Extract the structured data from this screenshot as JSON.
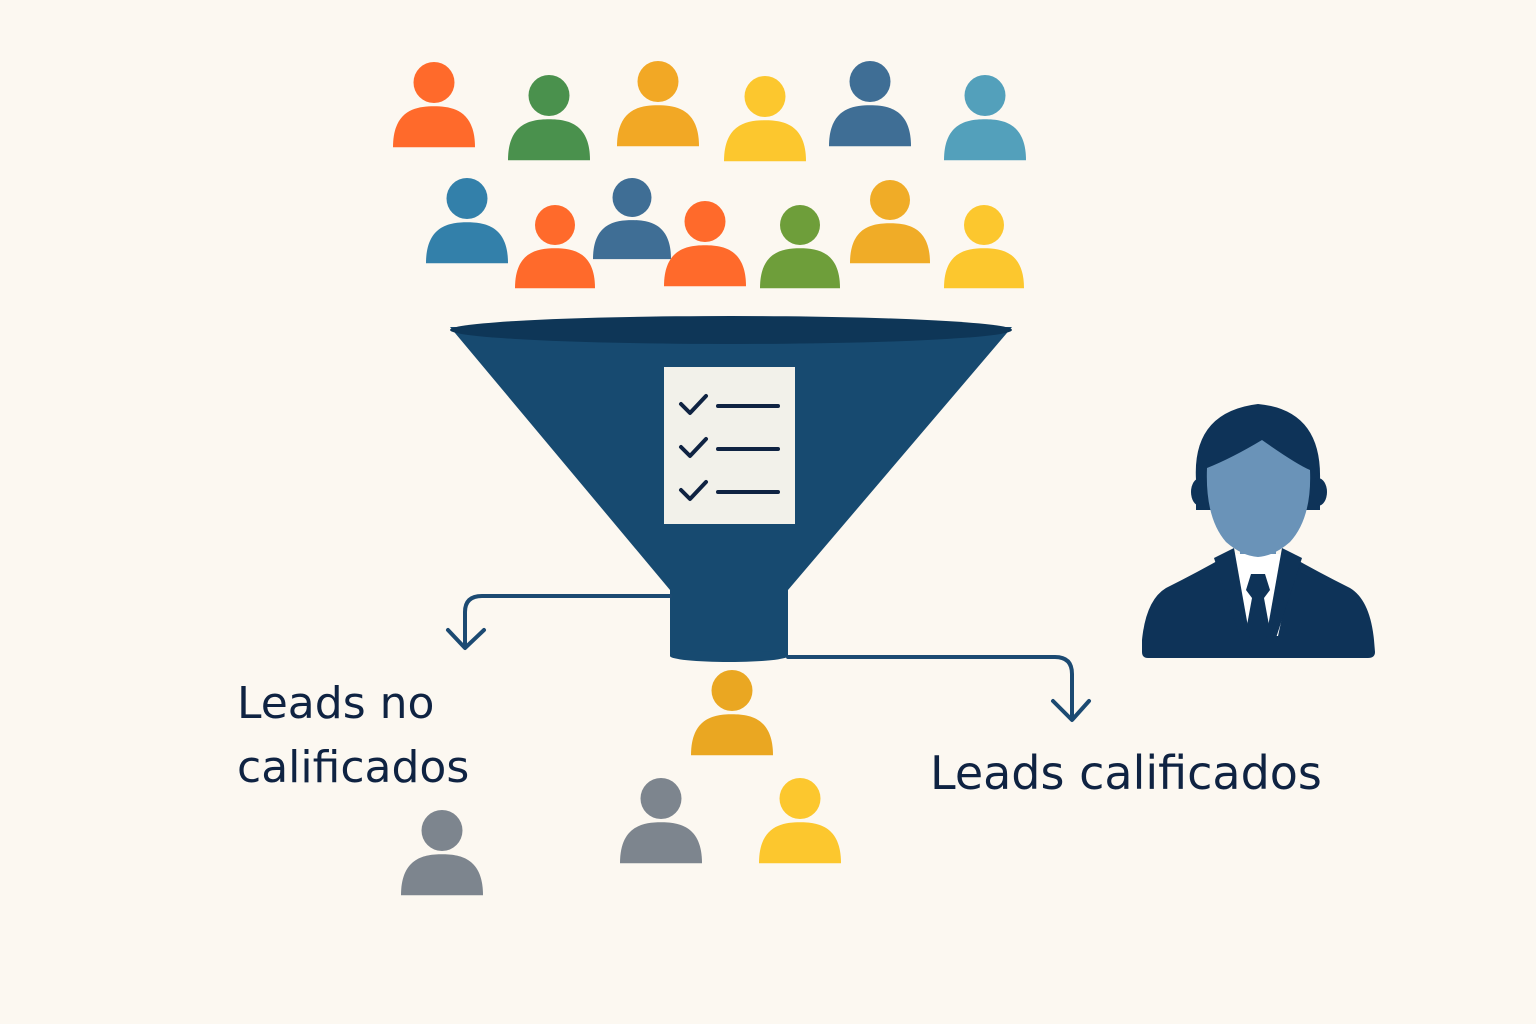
{
  "labels": {
    "unqualified_line1": "Leads no",
    "unqualified_line2": "calificados",
    "qualified": "Leads calificados"
  },
  "icons": {
    "incoming_leads": "person-icon",
    "filter": "funnel-icon",
    "criteria": "checklist-icon",
    "salesperson": "businessman-icon",
    "direction": "arrow-down-icon"
  },
  "colors": {
    "background": "#fcf8f1",
    "funnel": "#174a70",
    "funnel_rim": "#0e3657",
    "text": "#0f2342",
    "arrow": "#1c4a72",
    "unqualified_lead": "#7d858e",
    "qualified_lead": "#f0b024",
    "salesperson_suit": "#0e3358",
    "salesperson_face": "#6a93b8"
  },
  "incoming_leads": [
    {
      "color": "#ff6a2b"
    },
    {
      "color": "#4a914d"
    },
    {
      "color": "#f2a825"
    },
    {
      "color": "#fcc72e"
    },
    {
      "color": "#3f6e95"
    },
    {
      "color": "#53a0bb"
    },
    {
      "color": "#3380aa"
    },
    {
      "color": "#ff6a2b"
    },
    {
      "color": "#3f6e95"
    },
    {
      "color": "#ff6a2b"
    },
    {
      "color": "#6e9e3a"
    },
    {
      "color": "#f0ac27"
    },
    {
      "color": "#fcc72e"
    }
  ],
  "unqualified_leads": [
    {
      "color": "#7d858e"
    },
    {
      "color": "#7d858e"
    }
  ],
  "qualified_leads": [
    {
      "color": "#eaa722"
    },
    {
      "color": "#fcc72e"
    }
  ],
  "checklist": {
    "items": 3
  }
}
